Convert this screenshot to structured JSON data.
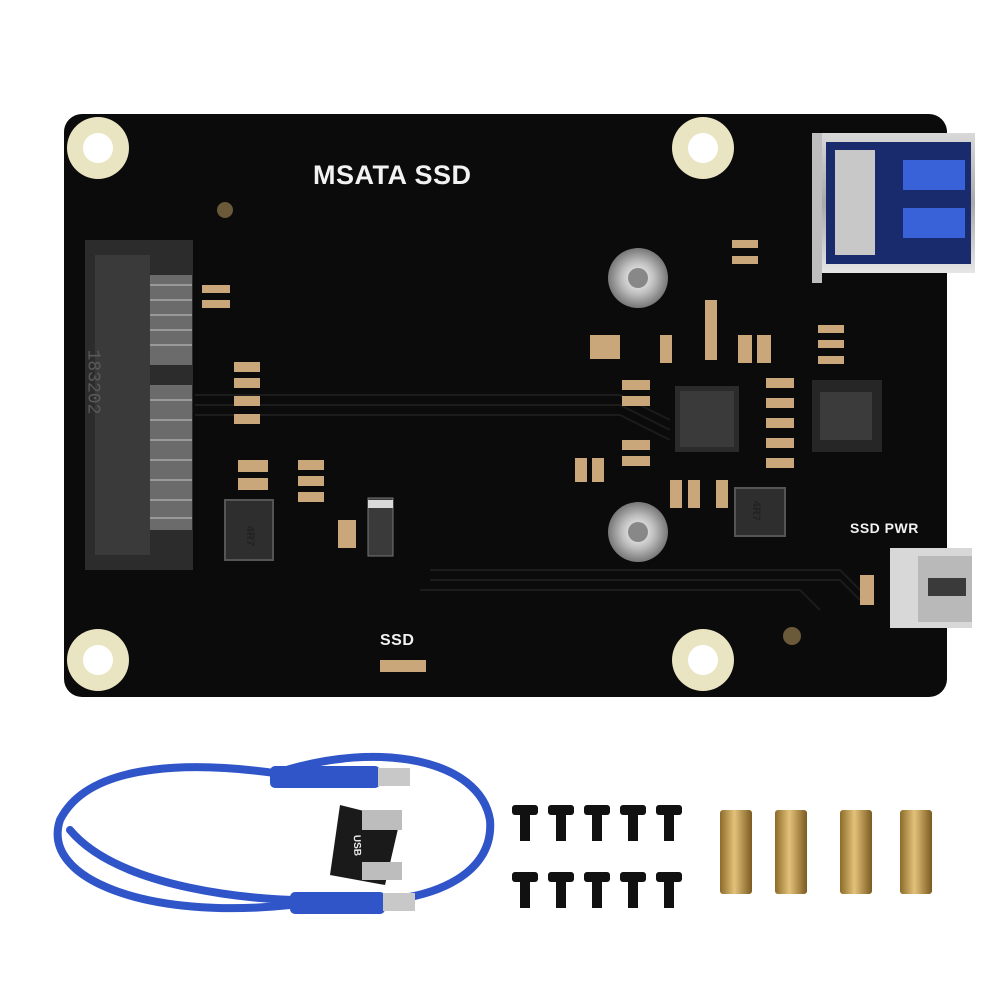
{
  "board": {
    "title_label": "MSATA SSD",
    "power_label": "SSD PWR",
    "led_label": "SSD",
    "socket_marking": "183202",
    "inductor_marking": "4R7"
  },
  "accessories": {
    "usb_bridge_label": "USB"
  },
  "colors": {
    "pcb": "#0b0b0b",
    "cable": "#2f55c9",
    "brass": "#c9a24f",
    "silk": "#f2f2f2"
  }
}
